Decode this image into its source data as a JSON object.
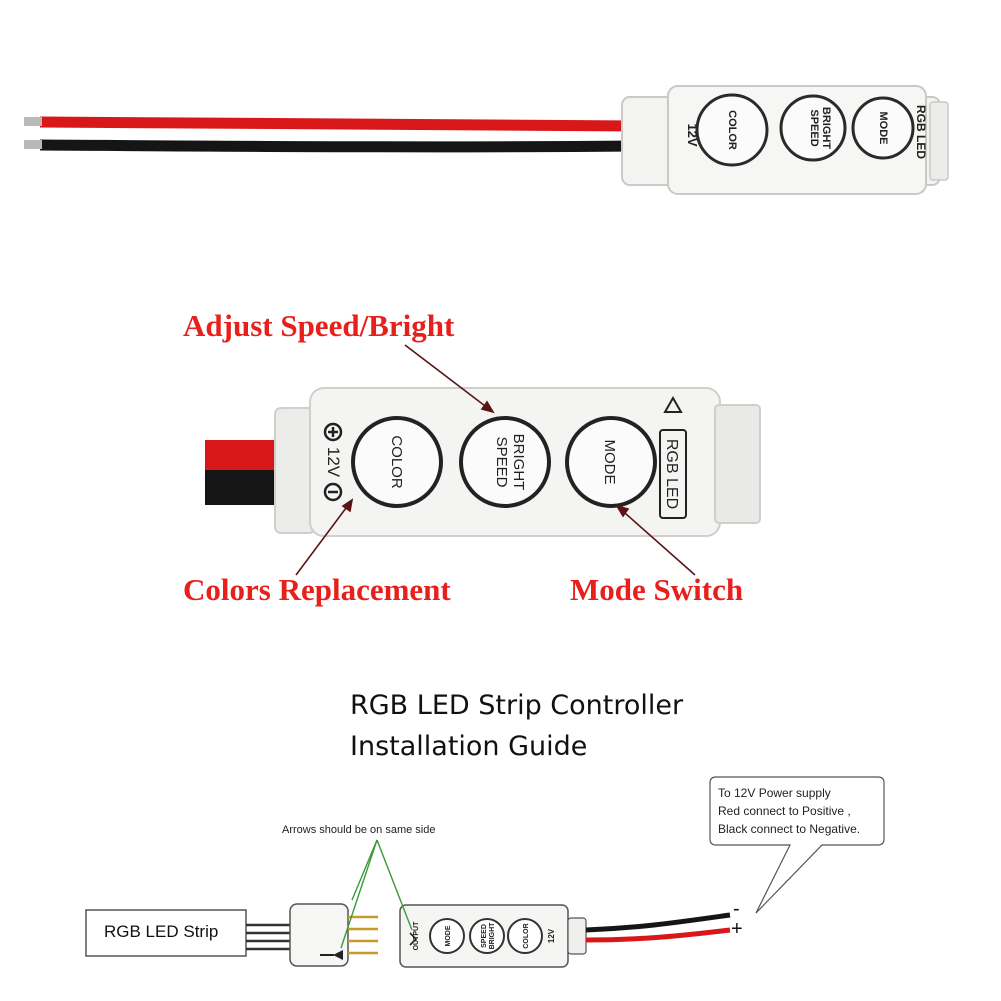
{
  "controller": {
    "power_label": "12V",
    "rgb_label": "RGB LED",
    "buttons": {
      "color": "COLOR",
      "speed_line1": "SPEED",
      "speed_line2": "BRIGHT",
      "mode": "MODE"
    }
  },
  "annotations": {
    "adjust": "Adjust Speed/Bright",
    "colors": "Colors Replacement",
    "mode": "Mode Switch"
  },
  "guide": {
    "title_line1": "RGB LED Strip Controller",
    "title_line2": "Installation Guide",
    "arrows_note": "Arrows should be on same side",
    "power_note_line1": "To 12V Power supply",
    "power_note_line2": "Red connect to Positive ,",
    "power_note_line3": "Black connect to Negative.",
    "strip_label": "RGB LED Strip",
    "minus": "-",
    "plus": "+",
    "output_label": "OUTPUT"
  },
  "colors": {
    "annotation_red": "#e8201c",
    "wire_red": "#d81818",
    "wire_black": "#151515",
    "housing": "#f2f2f0"
  }
}
